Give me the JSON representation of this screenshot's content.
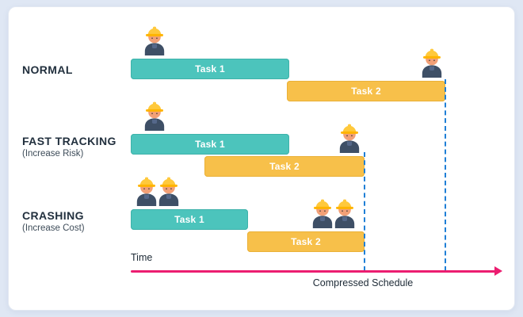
{
  "rows": [
    {
      "name": "NORMAL",
      "note": "",
      "tasks": [
        {
          "label": "Task 1"
        },
        {
          "label": "Task 2"
        }
      ]
    },
    {
      "name": "FAST TRACKING",
      "note": "(Increase Risk)",
      "tasks": [
        {
          "label": "Task 1"
        },
        {
          "label": "Task 2"
        }
      ]
    },
    {
      "name": "CRASHING",
      "note": "(Increase Cost)",
      "tasks": [
        {
          "label": "Task 1"
        },
        {
          "label": "Task 2"
        }
      ]
    }
  ],
  "axis": {
    "time_label": "Time",
    "compressed_label": "Compressed Schedule"
  },
  "colors": {
    "task1_bar": "#4CC4BC",
    "task2_bar": "#F7C04A",
    "time_arrow": "#EC1D70",
    "deadline_dash": "#1F7FD6",
    "background": "#DFE7F4",
    "card": "#FFFFFF"
  }
}
